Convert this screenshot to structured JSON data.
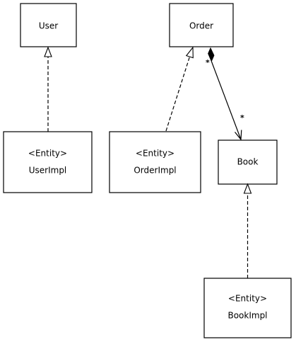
{
  "classes": {
    "user": {
      "name": "User"
    },
    "order": {
      "name": "Order"
    },
    "book": {
      "name": "Book"
    },
    "user_impl": {
      "stereotype": "<Entity>",
      "name": "UserImpl"
    },
    "order_impl": {
      "stereotype": "<Entity>",
      "name": "OrderImpl"
    },
    "book_impl": {
      "stereotype": "<Entity>",
      "name": "BookImpl"
    }
  },
  "relations": {
    "order_book": {
      "source_multiplicity": "*",
      "target_multiplicity": "*"
    }
  }
}
